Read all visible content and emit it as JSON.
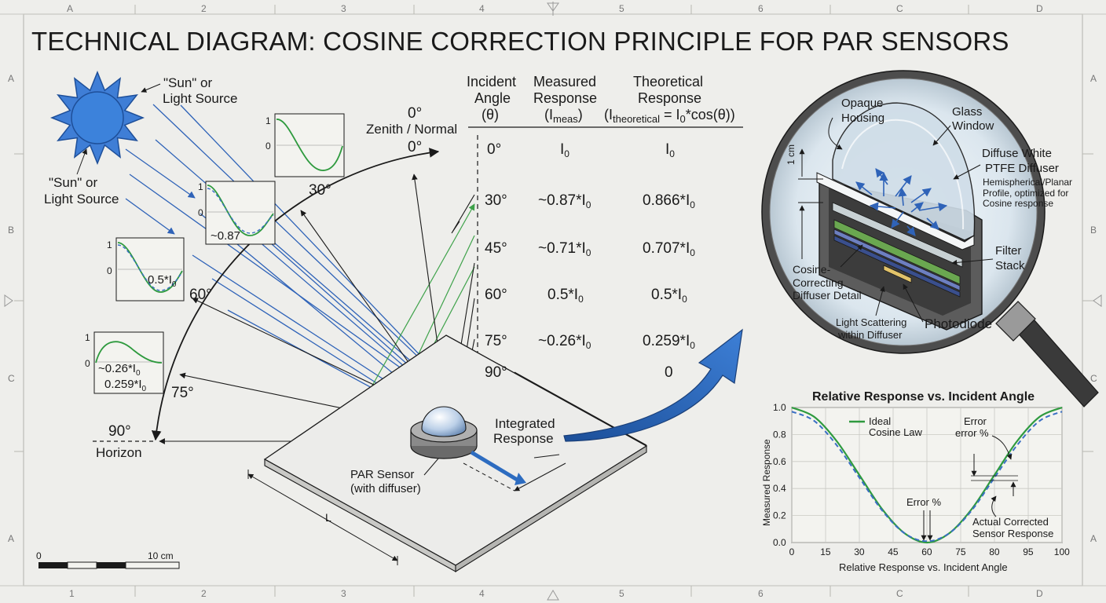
{
  "title": "TECHNICAL DIAGRAM: COSINE CORRECTION PRINCIPLE FOR PAR SENSORS",
  "frame": {
    "top_marks": [
      "A",
      "2",
      "3",
      "4",
      "5",
      "6",
      "C",
      "D"
    ],
    "bottom_marks": [
      "1",
      "2",
      "3",
      "4",
      "5",
      "6",
      "C",
      "D"
    ],
    "side_marks": [
      "A",
      "B",
      "C",
      "A"
    ]
  },
  "sun": {
    "label_line1": "\"Sun\" or",
    "label_line2": "Light Source"
  },
  "angles": {
    "zenith_angle": "0°",
    "zenith_line1": "Zenith / Normal",
    "zenith_arc": "0°",
    "a30": "30°",
    "a60": "60°",
    "a75": "75°",
    "a90": "90°",
    "horizon": "Horizon"
  },
  "insets": {
    "one": "1",
    "zero": "0",
    "i30_value": "~0.87",
    "i60_value": "0.5*I",
    "i75_value1": "~0.26*I",
    "i75_value2": "0.259*I",
    "sub0": "0"
  },
  "table": {
    "col1_line1": "Incident",
    "col1_line2": "Angle",
    "col1_line3": "(θ)",
    "col2_line1": "Measured",
    "col2_line2": "Response",
    "col2_line3": "(I",
    "col2_sub": "meas",
    "col2_end": ")",
    "col3_line1": "Theoretical",
    "col3_line2": "Response",
    "col3_line3a": "(I",
    "col3_sub": "theoretical",
    "col3_line3b": " = I",
    "col3_sub0": "0",
    "col3_line3c": "*cos(θ))",
    "rows": [
      {
        "angle": "0°",
        "measured": "I",
        "theoretical": "I"
      },
      {
        "angle": "30°",
        "measured": "~0.87*I",
        "theoretical": "0.866*I"
      },
      {
        "angle": "45°",
        "measured": "~0.71*I",
        "theoretical": "0.707*I"
      },
      {
        "angle": "60°",
        "measured": "0.5*I",
        "theoretical": "0.5*I"
      },
      {
        "angle": "75°",
        "measured": "~0.26*I",
        "theoretical": "0.259*I"
      },
      {
        "angle": "90°",
        "measured": "",
        "theoretical": "0"
      }
    ]
  },
  "sensor": {
    "par_line1": "PAR Sensor",
    "par_line2": "(with diffuser)",
    "integrated_line1": "Integrated",
    "integrated_line2": "Response",
    "dim_L": "L"
  },
  "scale": {
    "zero": "0",
    "ten": "10 cm"
  },
  "detail": {
    "opaque_line1": "Opaque",
    "opaque_line2": "Housing",
    "glass_line1": "Glass",
    "glass_line2": "Window",
    "ptfe_line1": "Diffuse White",
    "ptfe_line2": "PTFE Diffuser",
    "profile_line1": "Hemispherical/Planar",
    "profile_line2": "Profile, optimized for",
    "profile_line3": "Cosine response",
    "filter_line1": "Filter",
    "filter_line2": "Stack",
    "cosine_line1": "Cosine-",
    "cosine_line2": "Correcting",
    "cosine_line3": "Diffuser Detail",
    "scatter_line1": "Light Scattering",
    "scatter_line2": "within Diffuser",
    "photodiode": "Photodiode",
    "dim_cm": "1 cm"
  },
  "chart_data": {
    "type": "line",
    "title": "Relative Response vs. Incident Angle",
    "xlabel": "Relative Response vs. Incident Angle",
    "ylabel": "Measured Response",
    "x_ticks": [
      "0",
      "15",
      "30",
      "45",
      "60",
      "75",
      "80",
      "95",
      "100"
    ],
    "y_ticks": [
      "0.0",
      "0.2",
      "0.4",
      "0.6",
      "0.8",
      "1.0"
    ],
    "ylim": [
      0,
      1
    ],
    "legend_label_line1": "Ideal",
    "legend_label_line2": "Cosine Law",
    "annotations": {
      "error_top_line1": "Error",
      "error_top_line2": "error %",
      "error_bottom": "Error %",
      "actual_line1": "Actual Corrected",
      "actual_line2": "Sensor Response"
    },
    "series": [
      {
        "name": "Ideal Cosine Law",
        "color": "#2e9a3e",
        "style": "solid",
        "values": [
          1.0,
          0.93,
          0.75,
          0.5,
          0.25,
          0.07,
          0.0,
          0.07,
          0.25,
          0.5,
          0.75,
          0.93,
          1.0
        ]
      },
      {
        "name": "",
        "color": "#3a6fc4",
        "style": "dashed",
        "values": [
          0.97,
          0.9,
          0.72,
          0.48,
          0.24,
          0.07,
          0.01,
          0.07,
          0.24,
          0.48,
          0.72,
          0.9,
          0.97
        ]
      }
    ]
  },
  "colors": {
    "ray_blue": "#2f63b8",
    "ray_green": "#3ea24a",
    "sun_fill": "#3f7ed6",
    "arrow_blue": "#2d6cc0"
  }
}
